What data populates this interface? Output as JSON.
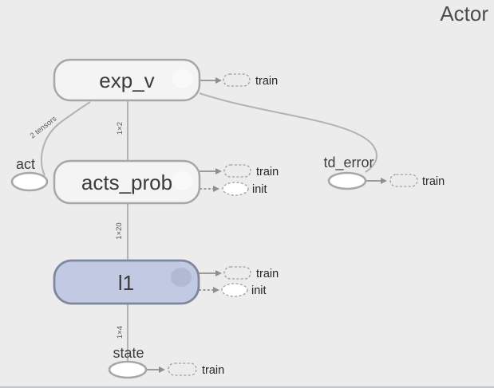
{
  "title": "Actor",
  "nodes": {
    "exp_v": {
      "label": "exp_v"
    },
    "acts_prob": {
      "label": "acts_prob"
    },
    "l1": {
      "label": "l1"
    },
    "act": {
      "label": "act"
    },
    "state": {
      "label": "state"
    },
    "td_error": {
      "label": "td_error"
    }
  },
  "edges": {
    "act_to_exp_v": {
      "label": "2 tensors"
    },
    "acts_prob_to_exp_v": {
      "label": "1×2"
    },
    "l1_to_acts_prob": {
      "label": "1×20"
    },
    "state_to_l1": {
      "label": "1×4"
    }
  },
  "aux": {
    "train": "train",
    "init": "init"
  },
  "colors": {
    "background": "#ececec",
    "node_fill": "#f4f4f4",
    "node_border": "#a7a7a7",
    "highlight_fill": "#c2cae3",
    "highlight_border": "#7e879e",
    "edge": "#b3b3b3",
    "dashed": "#9e9e9e",
    "text": "#3b3b3b",
    "title": "#4c4c4c"
  }
}
